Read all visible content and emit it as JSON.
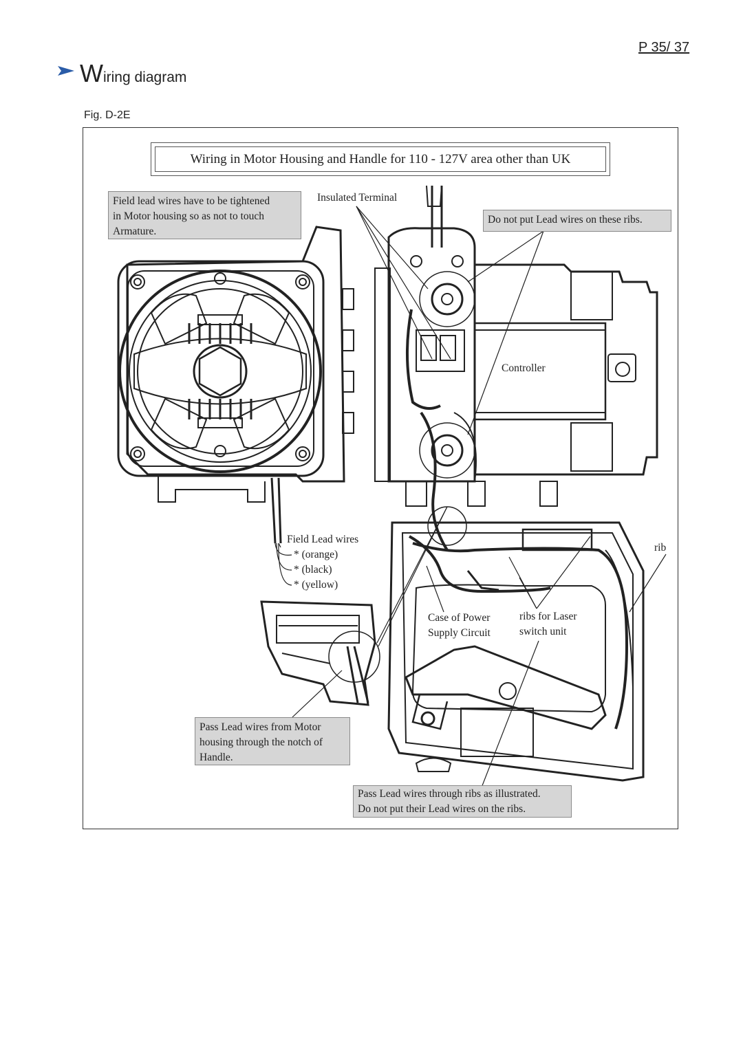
{
  "page": {
    "number": "P 35/ 37"
  },
  "header": {
    "title_initial": "W",
    "title_rest": "iring  diagram",
    "arrow_icon": "triangle-arrow-icon",
    "accent": "#2a5ca8"
  },
  "figure": {
    "label": "Fig. D-2E"
  },
  "diagram": {
    "title": "Wiring in Motor Housing and Handle for 110 - 127V area other than UK",
    "notes": {
      "field_lead_tighten": "Field lead wires have to be tightened\nin Motor housing so as not to touch\nArmature.",
      "no_lead_on_ribs": "Do not put Lead wires on these ribs.",
      "pass_through_notch": "Pass Lead wires from Motor\nhousing through the notch of\nHandle.",
      "pass_through_ribs": "Pass Lead wires through ribs as illustrated.\nDo not put their Lead wires on the ribs."
    },
    "labels": {
      "insulated_terminal": "Insulated Terminal",
      "controller": "Controller",
      "field_lead_wires": "Field Lead wires",
      "wire_orange": "* (orange)",
      "wire_black": "* (black)",
      "wire_yellow": "* (yellow)",
      "rib": "rib",
      "case_power_supply": "Case of Power\nSupply Circuit",
      "ribs_laser_switch": "ribs for Laser\nswitch unit"
    }
  }
}
